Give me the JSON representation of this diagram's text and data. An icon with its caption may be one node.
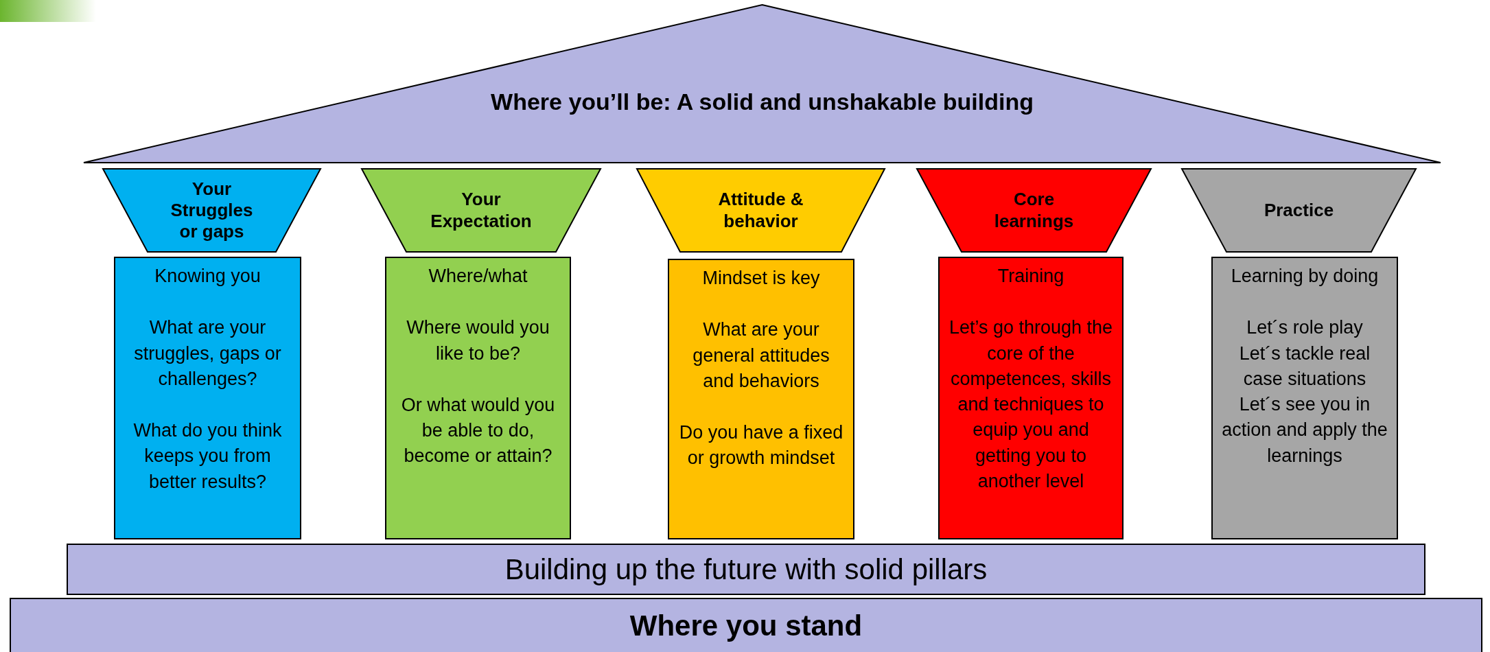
{
  "diagram": {
    "nodes": [
      {
        "text": [
          "Where you’ll be: A solid and unshakable building"
        ]
      },
      {
        "text": [
          "Your Struggles or gaps"
        ]
      },
      {
        "text": [
          "Your Expectation"
        ]
      },
      {
        "text": [
          "Attitude & behavior"
        ]
      },
      {
        "text": [
          "Core learnings"
        ]
      },
      {
        "text": [
          "Practice"
        ]
      },
      {
        "text": [
          "Knowing you",
          "What are your struggles, gaps or challenges?",
          "What do you think keeps you from better results?"
        ]
      },
      {
        "text": [
          "Where/what",
          "Where would you like to be?",
          "Or what would you be able to do, become or attain?"
        ]
      },
      {
        "text": [
          "Mindset is key",
          "What are your general attitudes and behaviors",
          "Do you have a fixed or growth mindset"
        ]
      },
      {
        "text": [
          "Training",
          "Let’s go through the core of the competences, skills and techniques to equip you and getting you to another level"
        ]
      },
      {
        "text": [
          "Learning by doing",
          "Let´s role play",
          "Let´s tackle real case situations",
          "Let´s see you in action and apply the learnings"
        ]
      },
      {
        "text": [
          "Building up the future with solid pillars"
        ]
      },
      {
        "text": [
          "Where you stand"
        ]
      }
    ]
  }
}
